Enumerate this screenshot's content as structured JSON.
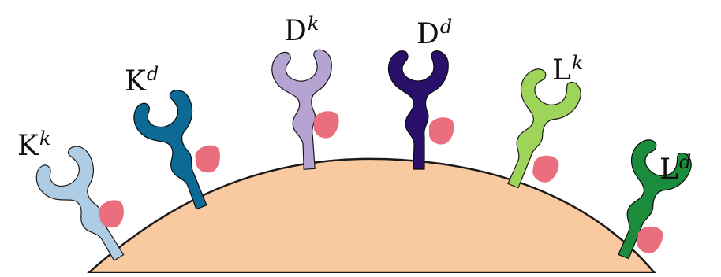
{
  "colors": {
    "cell": "#f9c9a0",
    "cell_stroke": "#1a1a1a",
    "peptide": "#ea6e7e",
    "peptide_stroke": "#5a2a2a"
  },
  "molecules": [
    {
      "base": "K",
      "sup": "k",
      "color": "#aecde4"
    },
    {
      "base": "K",
      "sup": "d",
      "color": "#0d6a94"
    },
    {
      "base": "D",
      "sup": "k",
      "color": "#b5a3d2"
    },
    {
      "base": "D",
      "sup": "d",
      "color": "#2a0f6b"
    },
    {
      "base": "L",
      "sup": "k",
      "color": "#9fd45a"
    },
    {
      "base": "L",
      "sup": "d",
      "color": "#1a8c3c"
    }
  ]
}
